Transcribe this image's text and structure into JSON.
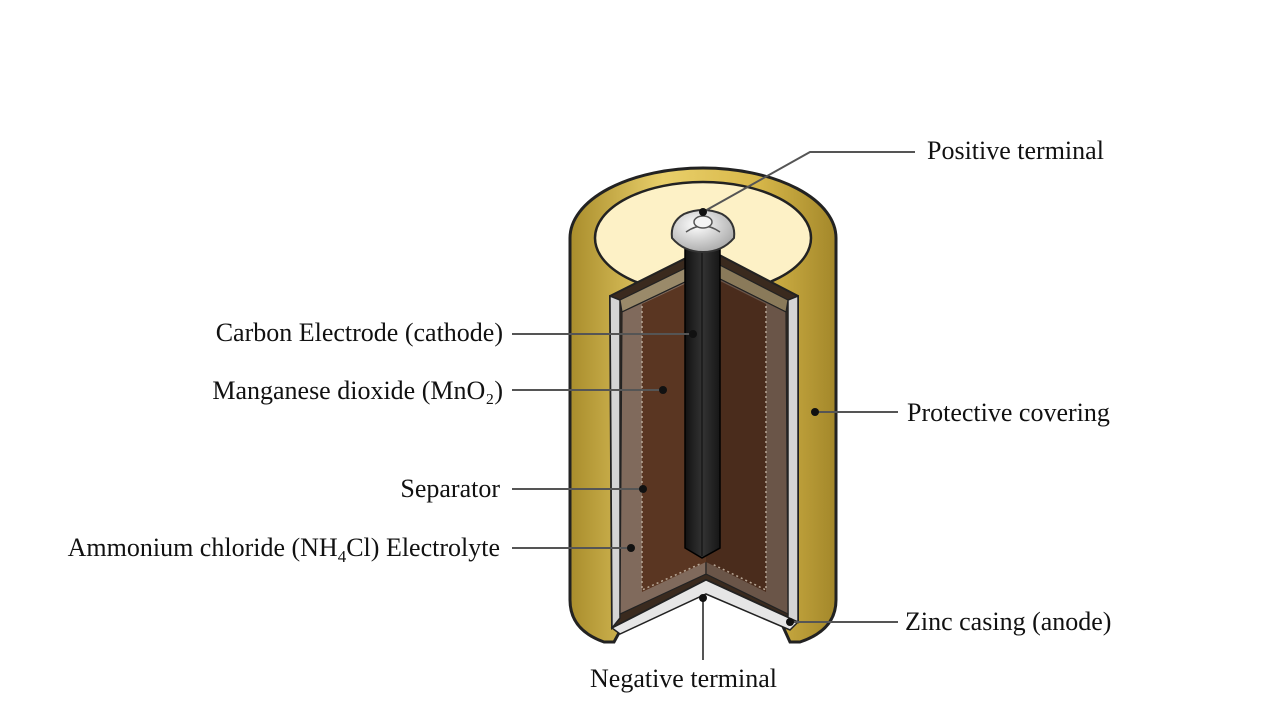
{
  "labels": {
    "positive_terminal": "Positive terminal",
    "carbon_electrode": "Carbon Electrode (cathode)",
    "manganese_dioxide": "Manganese dioxide (MnO₂)",
    "protective_covering": "Protective covering",
    "separator": "Separator",
    "electrolyte_prefix": "Ammonium chloride (NH",
    "electrolyte_sub": "4",
    "electrolyte_suffix": "Cl) Electrolyte",
    "zinc_casing": "Zinc casing (anode)",
    "negative_terminal": "Negative terminal"
  },
  "colors": {
    "protective_covering": "#d8b84a",
    "top_face": "#fdf1c6",
    "manganese_dioxide": "#5a3622",
    "electrolyte": "#806a5c",
    "carbon_rod": "#2a2a2a",
    "zinc": "#d4d4d4",
    "leader_line": "#555555"
  }
}
